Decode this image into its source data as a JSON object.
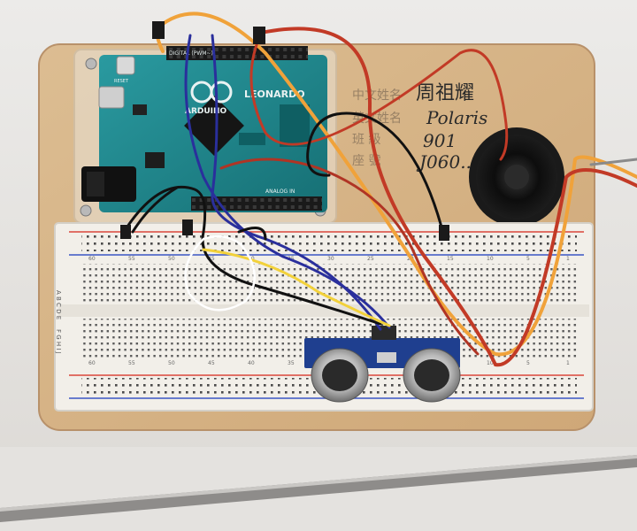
{
  "board": {
    "top_label": "DIGITAL (PWM~)",
    "brand_script": "ARDUINO",
    "model": "LEONARDO",
    "reset_label": "RESET",
    "analog_label": "ANALOG IN"
  },
  "card": {
    "handwritten_name": "周祖耀",
    "handwritten_line2": "Polaris",
    "handwritten_line3": "901",
    "handwritten_line4": "J060..."
  },
  "breadboard": {
    "row_letters_top": "A B C D E",
    "row_letters_bottom": "F G H I J",
    "column_numbers": [
      "60",
      "55",
      "50",
      "45",
      "40",
      "35",
      "30",
      "25",
      "20",
      "15",
      "10",
      "5",
      "1"
    ]
  },
  "colors": {
    "backdrop": "#e9e7e4",
    "wood": "#d9b88c",
    "pcb": "#1f8a8f",
    "breadboard": "#f2efe9",
    "rail_red": "#d9463a",
    "rail_blue": "#3b56c4",
    "wire_orange": "#f0a23a",
    "wire_red": "#c23a26",
    "wire_blue": "#2a2f9c",
    "wire_black": "#111111",
    "wire_yellow": "#f2d13a",
    "wire_white": "#ffffff"
  }
}
